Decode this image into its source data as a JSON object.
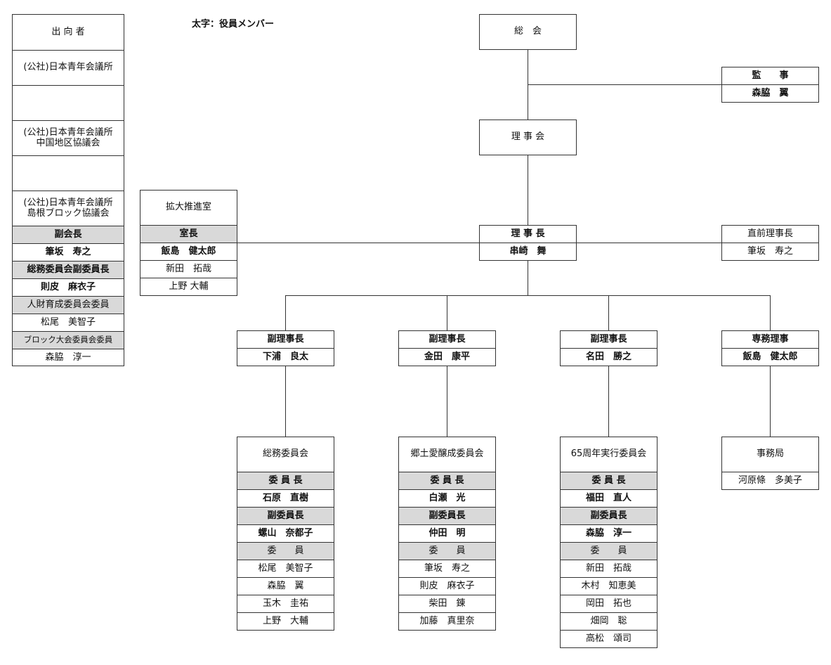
{
  "legend": "太字：役員メンバー",
  "sokai": "総　会",
  "kansa": {
    "title": "監　　事",
    "member": "森脇　翼"
  },
  "rijikai": "理 事 会",
  "rijicho": {
    "title": "理 事 長",
    "name": "串崎　舞"
  },
  "chokuzen": {
    "title": "直前理事長",
    "name": "筆坂　寿之"
  },
  "kakudai": {
    "title": "拡大推進室",
    "rows": [
      {
        "text": "室長",
        "bold": true,
        "gray": true
      },
      {
        "text": "飯島　健太郎",
        "bold": true,
        "gray": false
      },
      {
        "text": "新田　拓哉",
        "bold": false,
        "gray": false
      },
      {
        "text": "上野 大輔",
        "bold": false,
        "gray": false
      }
    ]
  },
  "shukko": {
    "rows": [
      {
        "text": "出 向 者",
        "bold": false,
        "gray": false,
        "h": 50
      },
      {
        "text": "(公社)日本青年会議所",
        "bold": false,
        "gray": false,
        "h": 50
      },
      {
        "text": "",
        "bold": false,
        "gray": false,
        "h": 50
      },
      {
        "text": "(公社)日本青年会議所\n中国地区協議会",
        "bold": false,
        "gray": false,
        "h": 50
      },
      {
        "text": "",
        "bold": false,
        "gray": false,
        "h": 50
      },
      {
        "text": "(公社)日本青年会議所\n島根ブロック協議会",
        "bold": false,
        "gray": false,
        "h": 50
      },
      {
        "text": "副会長",
        "bold": true,
        "gray": true,
        "h": 25
      },
      {
        "text": "筆坂　寿之",
        "bold": true,
        "gray": false,
        "h": 25
      },
      {
        "text": "総務委員会副委員長",
        "bold": true,
        "gray": true,
        "h": 25
      },
      {
        "text": "則皮　麻衣子",
        "bold": true,
        "gray": false,
        "h": 25
      },
      {
        "text": "人財育成委員会委員",
        "bold": false,
        "gray": true,
        "h": 25
      },
      {
        "text": "松尾　美智子",
        "bold": false,
        "gray": false,
        "h": 25
      },
      {
        "text": "ブロック大会委員会委員",
        "bold": false,
        "gray": true,
        "h": 25,
        "small": true
      },
      {
        "text": "森脇　淳一",
        "bold": false,
        "gray": false,
        "h": 25
      }
    ]
  },
  "vice": [
    {
      "title": "副理事長",
      "name": "下浦　良太"
    },
    {
      "title": "副理事長",
      "name": "金田　康平"
    },
    {
      "title": "副理事長",
      "name": "名田　勝之"
    },
    {
      "title": "専務理事",
      "name": "飯島　健太郎"
    }
  ],
  "committees": [
    {
      "title": "総務委員会",
      "rows": [
        {
          "text": "委 員 長",
          "bold": true,
          "gray": true
        },
        {
          "text": "石原　直樹",
          "bold": true,
          "gray": false
        },
        {
          "text": "副委員長",
          "bold": true,
          "gray": true
        },
        {
          "text": "螺山　奈都子",
          "bold": true,
          "gray": false
        },
        {
          "text": "委　　員",
          "bold": false,
          "gray": true
        },
        {
          "text": "松尾　美智子",
          "bold": false,
          "gray": false
        },
        {
          "text": "森脇　翼",
          "bold": false,
          "gray": false
        },
        {
          "text": "玉木　圭祐",
          "bold": false,
          "gray": false
        },
        {
          "text": "上野　大輔",
          "bold": false,
          "gray": false
        }
      ]
    },
    {
      "title": "郷土愛醸成委員会",
      "rows": [
        {
          "text": "委 員 長",
          "bold": true,
          "gray": true
        },
        {
          "text": "白瀬　光",
          "bold": true,
          "gray": false
        },
        {
          "text": "副委員長",
          "bold": true,
          "gray": true
        },
        {
          "text": "仲田　明",
          "bold": true,
          "gray": false
        },
        {
          "text": "委　　員",
          "bold": false,
          "gray": true
        },
        {
          "text": "筆坂　寿之",
          "bold": false,
          "gray": false
        },
        {
          "text": "則皮　麻衣子",
          "bold": false,
          "gray": false
        },
        {
          "text": "柴田　錬",
          "bold": false,
          "gray": false
        },
        {
          "text": "加藤　真里奈",
          "bold": false,
          "gray": false
        }
      ]
    },
    {
      "title": "65周年実行委員会",
      "rows": [
        {
          "text": "委 員 長",
          "bold": true,
          "gray": true
        },
        {
          "text": "福田　直人",
          "bold": true,
          "gray": false
        },
        {
          "text": "副委員長",
          "bold": true,
          "gray": true
        },
        {
          "text": "森脇　淳一",
          "bold": true,
          "gray": false
        },
        {
          "text": "委　　員",
          "bold": false,
          "gray": true
        },
        {
          "text": "新田　拓哉",
          "bold": false,
          "gray": false
        },
        {
          "text": "木村　知恵美",
          "bold": false,
          "gray": false
        },
        {
          "text": "岡田　拓也",
          "bold": false,
          "gray": false
        },
        {
          "text": "畑岡　聡",
          "bold": false,
          "gray": false
        },
        {
          "text": "高松　頌司",
          "bold": false,
          "gray": false
        }
      ]
    }
  ],
  "jimukyoku": {
    "title": "事務局",
    "name": "河原條　多美子"
  }
}
